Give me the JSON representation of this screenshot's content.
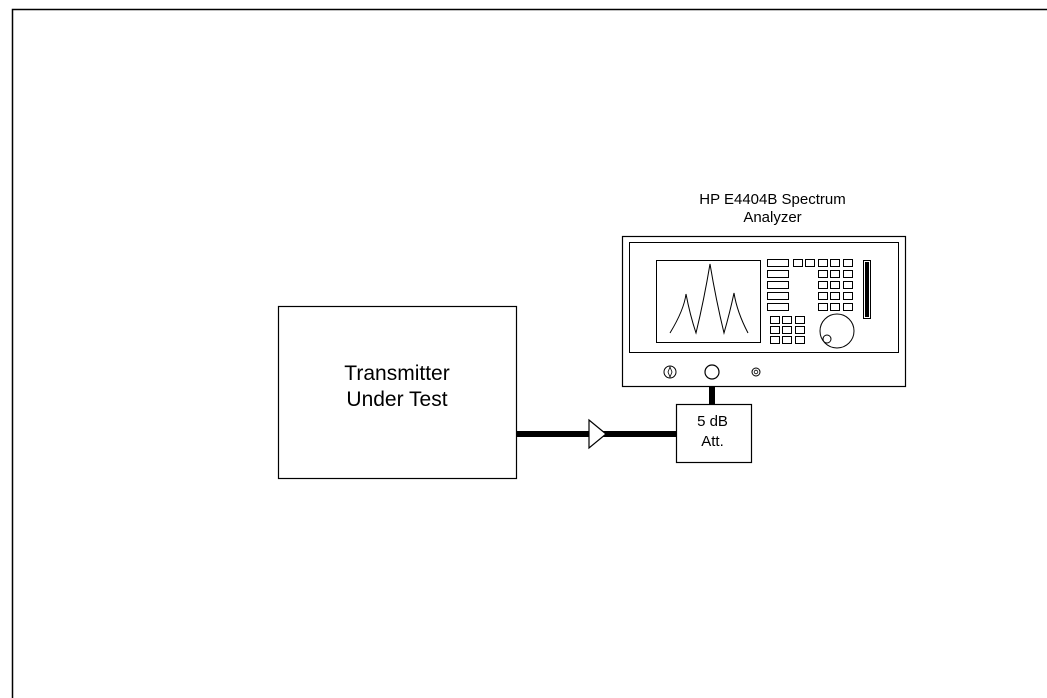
{
  "diagram": {
    "transmitter": {
      "line1": "Transmitter",
      "line2": "Under Test"
    },
    "analyzer": {
      "line1": "HP E4404B Spectrum",
      "line2": "Analyzer"
    },
    "attenuator": {
      "line1": "5 dB",
      "line2": "Att."
    }
  }
}
